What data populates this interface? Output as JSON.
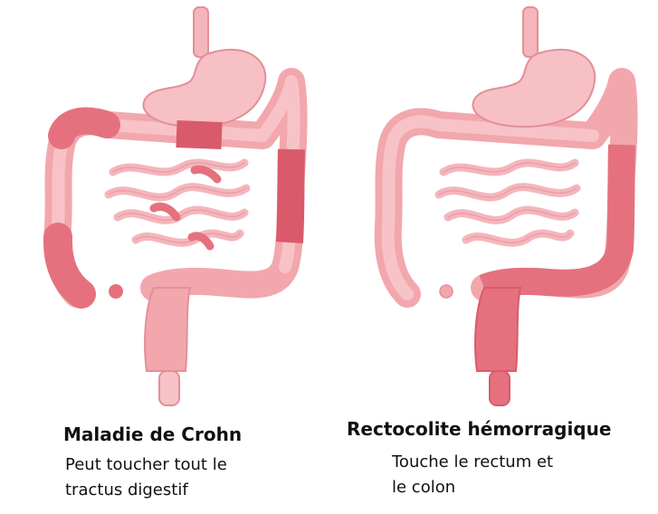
{
  "colors": {
    "tissue_light": "#f7c3c6",
    "tissue_mid": "#f2a7ad",
    "tissue_outline": "#e48f98",
    "inflamed": "#e5717f",
    "inflamed_dark": "#d95a6b",
    "stomach": "#f6c0c5",
    "esophagus": "#f4b6bc"
  },
  "panels": [
    {
      "title": "Maladie de Crohn",
      "description_lines": [
        "Peut toucher tout le",
        "tractus digestif"
      ]
    },
    {
      "title": "Rectocolite hémorragique",
      "description_lines": [
        "Touche le rectum et",
        "le colon"
      ]
    }
  ]
}
